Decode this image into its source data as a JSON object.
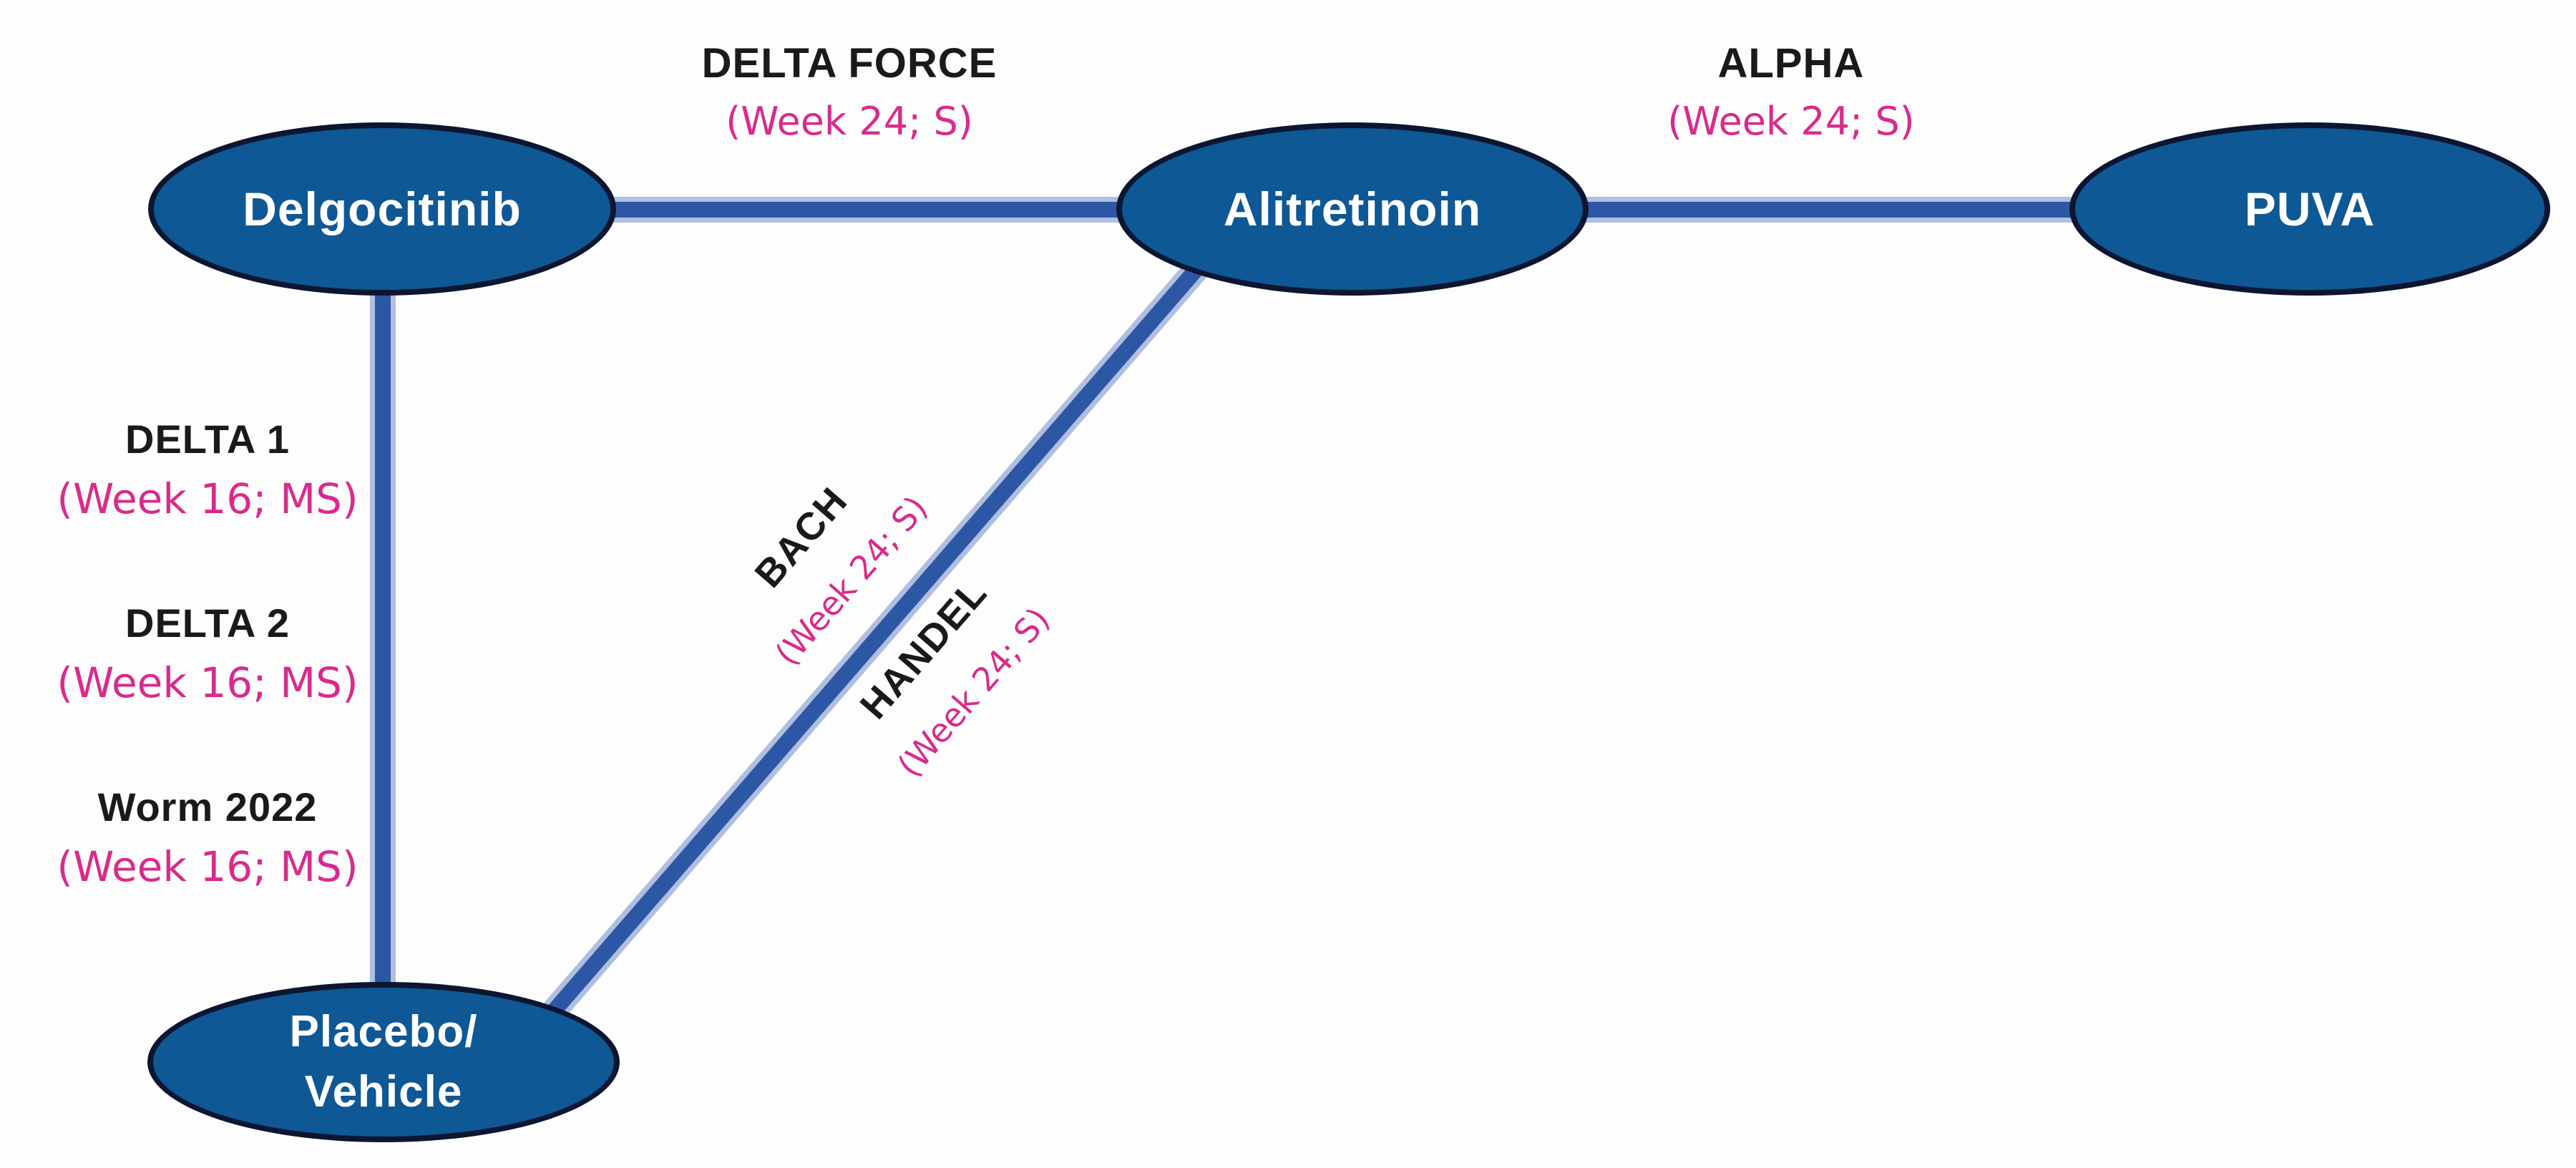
{
  "diagram": {
    "description": "Evidence network of trials connecting treatments",
    "colors": {
      "bg": "#fdfdfd",
      "node-fill": "#0e5895",
      "node-border": "#0d1630",
      "node-text": "#ffffff",
      "edge-core": "#2c57a4",
      "edge-glow": "#b0bedf",
      "ink": "#1a1a1a",
      "pink": "#d92b8b"
    },
    "nodes": [
      {
        "id": "delgocitinib",
        "label": "Delgocitinib"
      },
      {
        "id": "alitretinoin",
        "label": "Alitretinoin"
      },
      {
        "id": "puva",
        "label": "PUVA"
      },
      {
        "id": "placebo_vehicle",
        "label": "Placebo/Vehicle",
        "label_lines": [
          "Placebo/",
          "Vehicle"
        ]
      }
    ],
    "edges": [
      {
        "from": "delgocitinib",
        "to": "alitretinoin",
        "studies": [
          {
            "name": "DELTA FORCE",
            "detail": "(Week 24; S)"
          }
        ]
      },
      {
        "from": "alitretinoin",
        "to": "puva",
        "studies": [
          {
            "name": "ALPHA",
            "detail": "(Week 24; S)"
          }
        ]
      },
      {
        "from": "delgocitinib",
        "to": "placebo_vehicle",
        "studies": [
          {
            "name": "DELTA 1",
            "detail": "(Week 16; MS)"
          },
          {
            "name": "DELTA 2",
            "detail": "(Week 16; MS)"
          },
          {
            "name": "Worm 2022",
            "detail": "(Week 16; MS)"
          }
        ]
      },
      {
        "from": "placebo_vehicle",
        "to": "alitretinoin",
        "studies": [
          {
            "name": "BACH",
            "detail": "(Week 24; S)"
          },
          {
            "name": "HANDEL",
            "detail": "(Week 24; S)"
          }
        ]
      }
    ]
  }
}
